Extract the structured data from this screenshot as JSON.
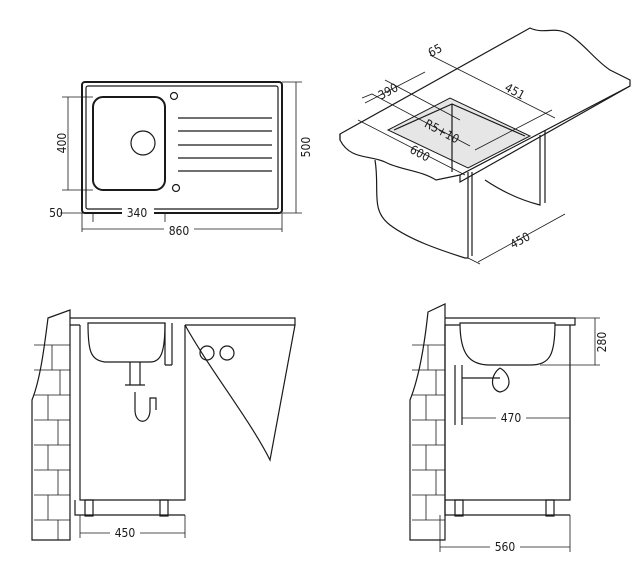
{
  "top_view": {
    "height_bowl": "400",
    "height_total": "500",
    "offset": "50",
    "bowl_width": "340",
    "total_width": "860"
  },
  "iso_view": {
    "edge": "65",
    "bowl_depth": "390",
    "length": "451",
    "radius": "R5+10",
    "cutout": "600",
    "cabinet_depth": "450"
  },
  "front_view": {
    "cabinet_width": "450"
  },
  "side_view": {
    "depth": "280",
    "drain": "470",
    "cabinet": "560"
  }
}
